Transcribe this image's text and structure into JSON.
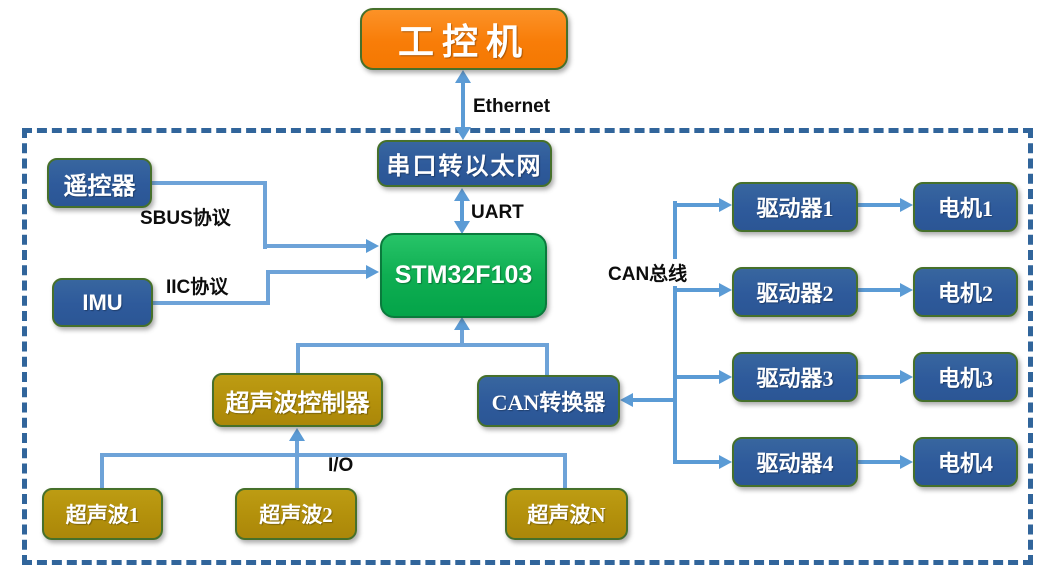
{
  "nodes": {
    "ipc": "工控机",
    "serial_to_ethernet": "串口转以太网",
    "mcu": "STM32F103",
    "remote_controller": "遥控器",
    "imu": "IMU",
    "ultrasonic_controller": "超声波控制器",
    "can_converter": "CAN转换器",
    "ultrasonic_1": "超声波1",
    "ultrasonic_2": "超声波2",
    "ultrasonic_n": "超声波N",
    "driver_1": "驱动器1",
    "driver_2": "驱动器2",
    "driver_3": "驱动器3",
    "driver_4": "驱动器4",
    "motor_1": "电机1",
    "motor_2": "电机2",
    "motor_3": "电机3",
    "motor_4": "电机4"
  },
  "labels": {
    "ethernet": "Ethernet",
    "uart": "UART",
    "sbus": "SBUS协议",
    "iic": "IIC协议",
    "can_bus": "CAN总线",
    "io": "I/O"
  },
  "colors": {
    "ipc_fill": "#F87D08",
    "blue_fill": "#2E5A9B",
    "green_fill": "#0FAE52",
    "gold_fill": "#B3900B",
    "connector": "#5B9BD5",
    "boundary_dash": "#31659B"
  }
}
